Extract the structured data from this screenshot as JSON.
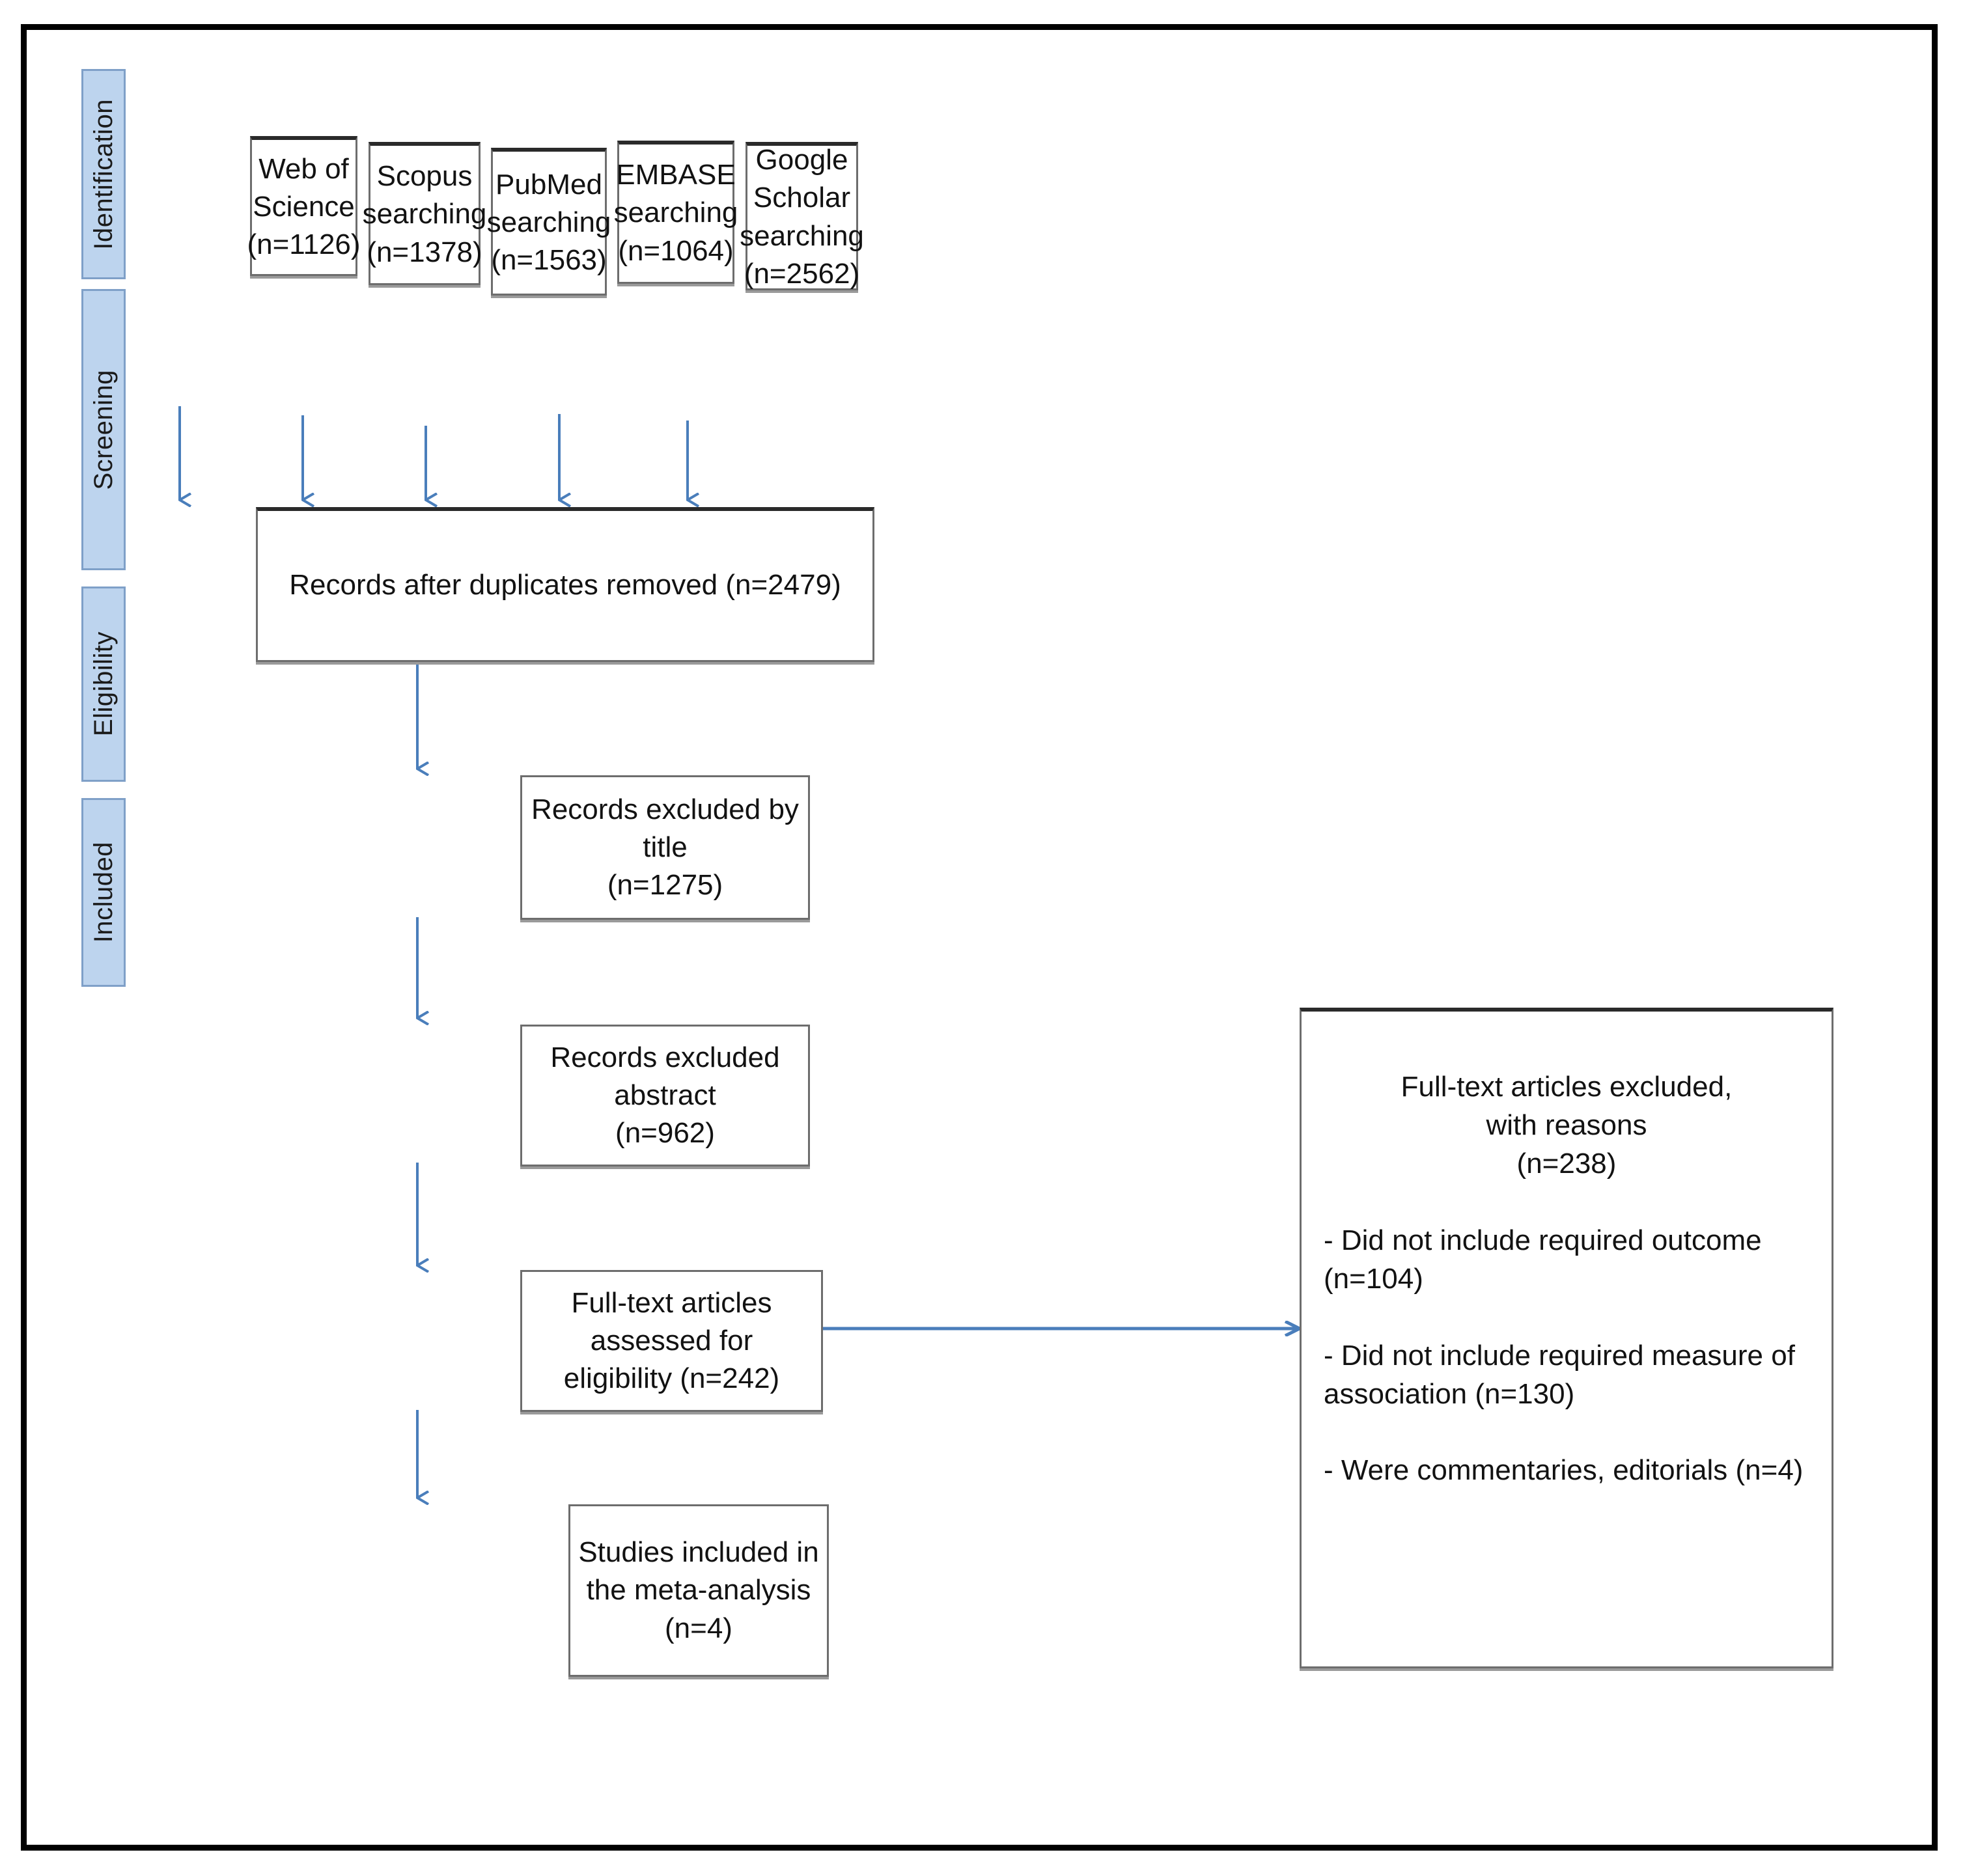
{
  "diagram": {
    "title": "PRISMA study selection flow diagram",
    "accent_color": "#4a7ebb",
    "phase_bar_fill": "#bdd4ee",
    "phase_bar_border": "#7fa0c8",
    "box_border": "#6d6d6d",
    "frame_border": "#000000"
  },
  "phases": [
    {
      "label": "Identification"
    },
    {
      "label": "Screening"
    },
    {
      "label": "Eligibility"
    },
    {
      "label": "Included"
    }
  ],
  "sources": [
    {
      "name": "Web of Science",
      "text": "Web of\nScience\n(n=1126)",
      "count": 1126
    },
    {
      "name": "Scopus searching",
      "text": "Scopus\nsearching\n(n=1378)",
      "count": 1378
    },
    {
      "name": "PubMed searching",
      "text": "PubMed\nsearching\n(n=1563)",
      "count": 1563
    },
    {
      "name": "EMBASE searching",
      "text": "EMBASE\nsearching\n(n=1064)",
      "count": 1064
    },
    {
      "name": "Google Scholar searching",
      "text": "Google\nScholar\nsearching\n(n=2562)",
      "count": 2562
    }
  ],
  "steps": {
    "duplicates": {
      "text": "Records after duplicates removed (n=2479)",
      "count": 2479
    },
    "excluded_title": {
      "text": "Records excluded by title\n(n=1275)",
      "count": 1275
    },
    "excluded_abstract": {
      "text": "Records excluded abstract\n(n=962)",
      "count": 962
    },
    "fulltext_assessed": {
      "text": "Full-text articles assessed for\neligibility (n=242)",
      "count": 242
    },
    "included": {
      "text": "Studies included in\nthe meta-analysis\n(n=4)",
      "count": 4
    }
  },
  "excluded_box": {
    "heading": "Full-text articles excluded,\nwith reasons\n(n=238)",
    "count": 238,
    "reasons": [
      {
        "text": "- Did not include required outcome (n=104)",
        "count": 104
      },
      {
        "text": "- Did not include required measure of association (n=130)",
        "count": 130
      },
      {
        "text": "- Were commentaries, editorials (n=4)",
        "count": 4
      }
    ]
  },
  "chart_data": {
    "type": "table",
    "title": "PRISMA flow counts",
    "categories": [
      "Web of Science",
      "Scopus",
      "PubMed",
      "EMBASE",
      "Google Scholar",
      "After duplicates removed",
      "Excluded by title",
      "Excluded by abstract",
      "Full-text assessed",
      "Full-text excluded",
      "Included in meta-analysis"
    ],
    "values": [
      1126,
      1378,
      1563,
      1064,
      2562,
      2479,
      1275,
      962,
      242,
      238,
      4
    ]
  }
}
